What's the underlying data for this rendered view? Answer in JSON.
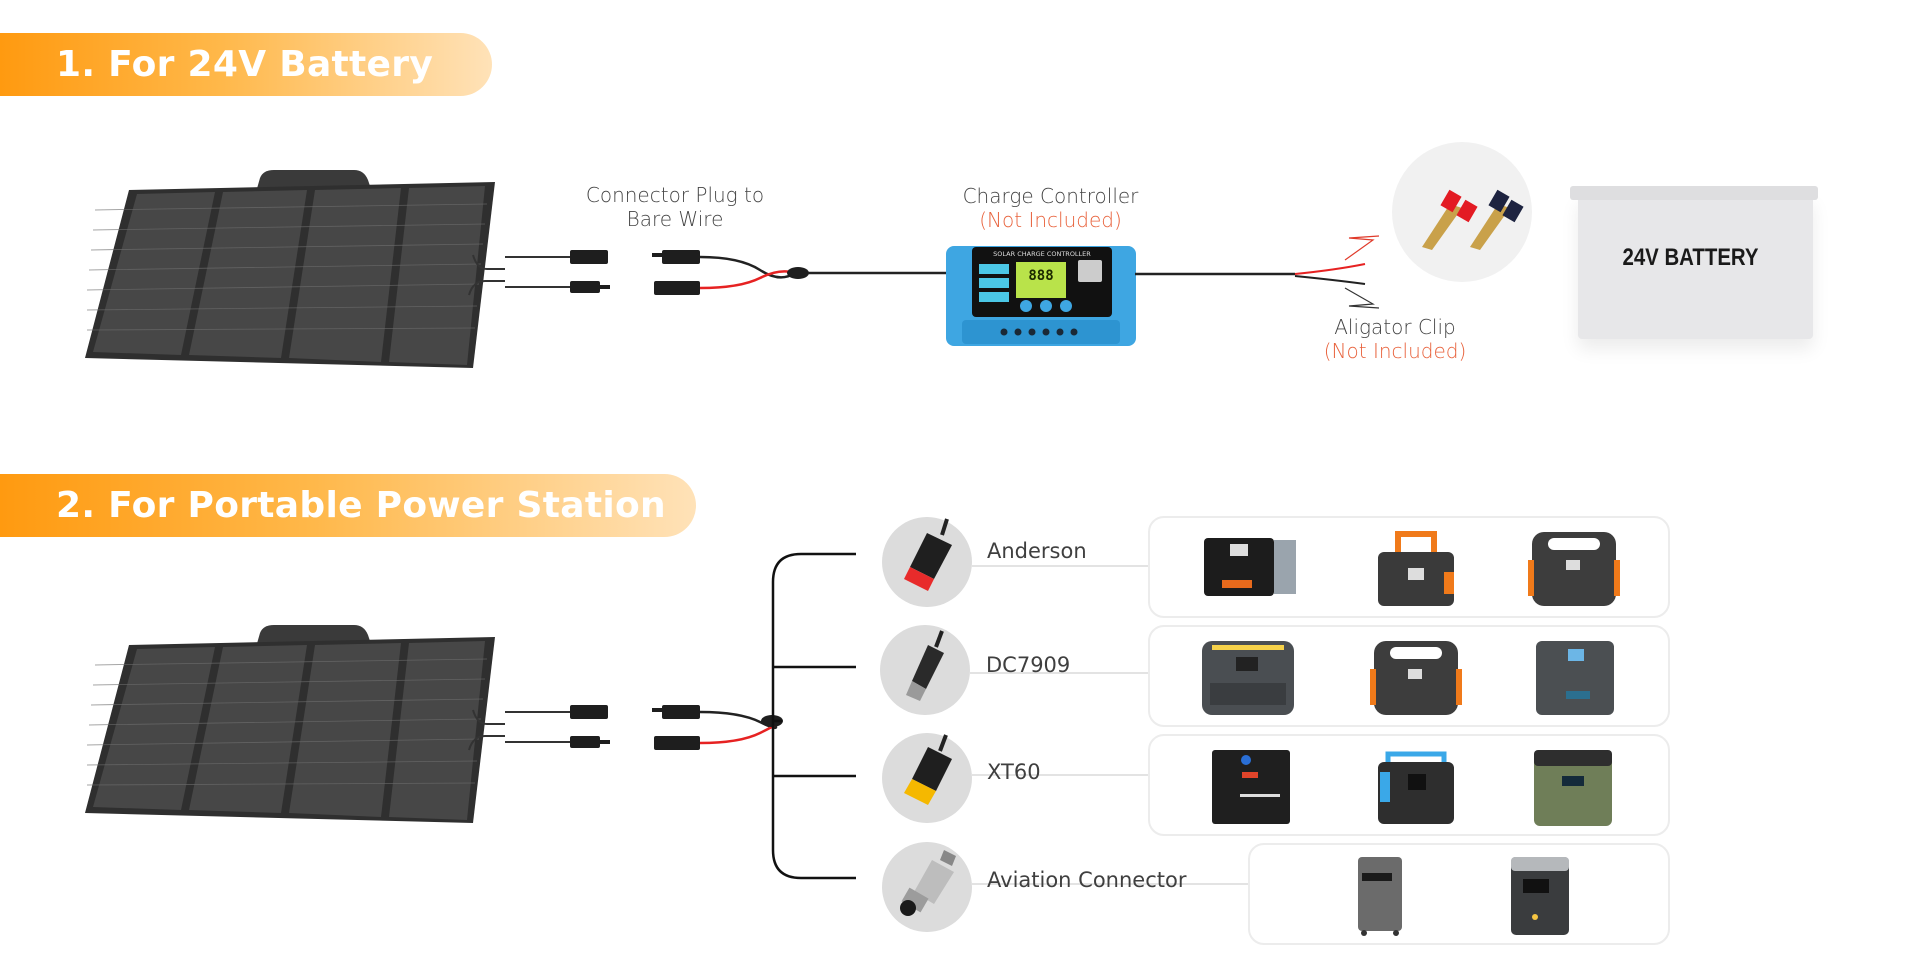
{
  "sections": [
    {
      "header": "1. For 24V Battery",
      "labels": {
        "connector_plug": "Connector Plug to\nBare Wire",
        "charge_controller": "Charge Controller",
        "charge_controller_note": "(Not Included)",
        "aligator_clip": "Aligator Clip",
        "aligator_clip_note": "(Not Included)"
      },
      "controller_face_text": "SOLAR CHARGE CONTROLLER",
      "controller_display": "888",
      "battery_label": "24V BATTERY"
    },
    {
      "header": "2. For Portable Power Station",
      "connectors": [
        {
          "name": "Anderson",
          "icon": "anderson-plug-icon",
          "tip_color": "#e82b2b",
          "products": [
            "power-station-black-silver",
            "power-station-orange-handle",
            "power-station-jackery-large"
          ]
        },
        {
          "name": "DC7909",
          "icon": "dc7909-plug-icon",
          "tip_color": "#9a9a9a",
          "products": [
            "power-station-gray-yellow-bar",
            "power-station-jackery-small",
            "power-station-bluetti-gray"
          ]
        },
        {
          "name": "XT60",
          "icon": "xt60-plug-icon",
          "tip_color": "#f5b800",
          "products": [
            "power-station-black-cube",
            "power-station-blue-handle",
            "power-station-green"
          ]
        },
        {
          "name": "Aviation Connector",
          "icon": "aviation-connector-icon",
          "tip_color": "#b9b9b9",
          "products": [
            "power-station-tall-wheeled",
            "power-station-ecoflow-delta"
          ]
        }
      ]
    }
  ],
  "colors": {
    "header_orange": "#ff9a10",
    "note_red": "#e8623c",
    "controller_blue": "#3aa2de",
    "wire_red": "#e62222"
  }
}
